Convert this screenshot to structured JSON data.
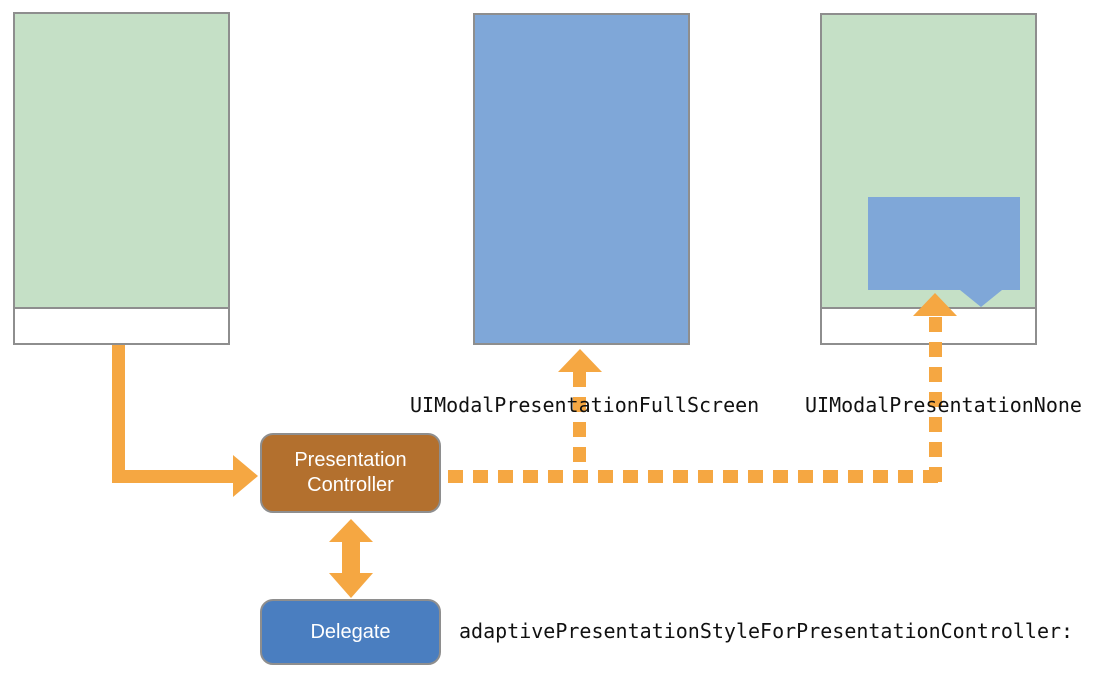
{
  "colors": {
    "view_green": "#C5E0C6",
    "presented_blue": "#7FA7D8",
    "delegate_blue": "#4A7EC0",
    "controller_brown": "#B3702E",
    "arrow_orange": "#F5A742",
    "border_gray": "#8E8E8E"
  },
  "nodes": {
    "presentation_controller": {
      "line1": "Presentation",
      "line2": "Controller"
    },
    "delegate": {
      "label": "Delegate"
    }
  },
  "labels": {
    "fullscreen_style": "UIModalPresentationFullScreen",
    "none_style": "UIModalPresentationNone",
    "delegate_method": "adaptivePresentationStyleForPresentationController:"
  }
}
